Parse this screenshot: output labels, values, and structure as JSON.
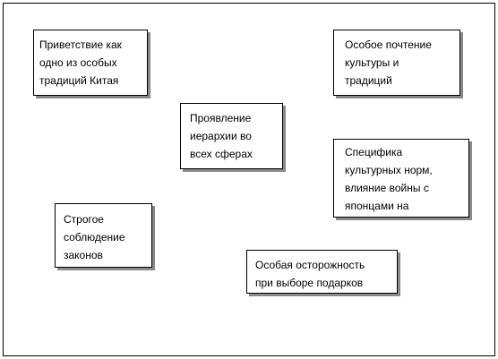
{
  "nodes": [
    {
      "id": "b1",
      "label": "Приветствие как\nодно из особых\nтрадиций Китая"
    },
    {
      "id": "b2",
      "label": "Особое почтение\nкультуры и\nтрадиций"
    },
    {
      "id": "b3",
      "label": "Проявление\nиерархии во\nвсех сферах"
    },
    {
      "id": "b4",
      "label": "Специфика\nкультурных норм,\nвлияние войны с\nяпонцами на"
    },
    {
      "id": "b5",
      "label": "Строгое\nсоблюдение\nзаконов"
    },
    {
      "id": "b6",
      "label": "Особая осторожность\nпри выборе подарков"
    }
  ]
}
